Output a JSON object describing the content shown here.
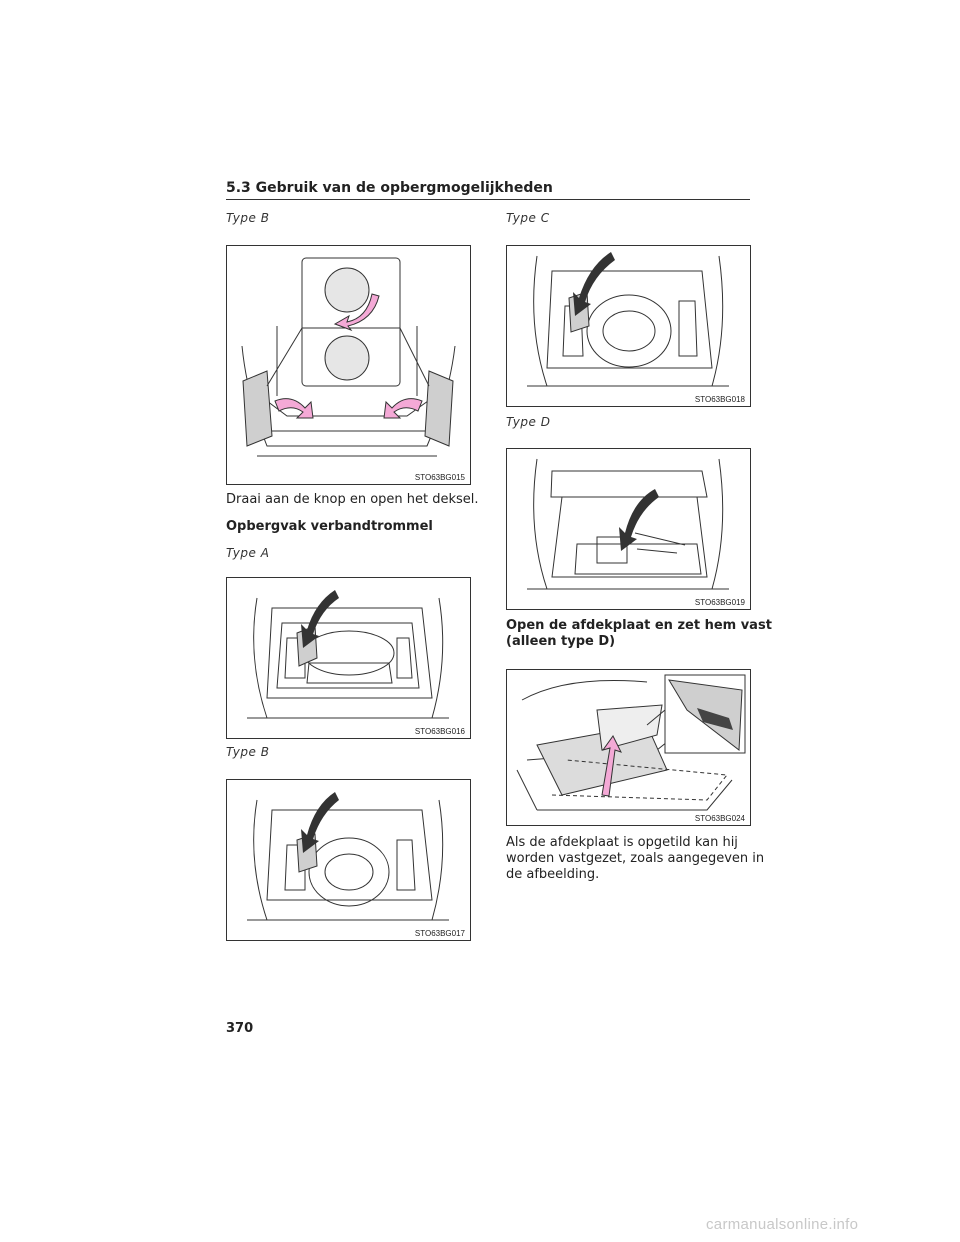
{
  "header": {
    "title": "5.3 Gebruik van de opbergmogelijkheden"
  },
  "left": {
    "caption_typeB_top": "Type B",
    "fig1_code": "STO63BG015",
    "text_turn_knob": "Draai aan de knop en open het deksel.",
    "heading_first_aid": "Opbergvak verbandtrommel",
    "caption_typeA": "Type A",
    "fig2_code": "STO63BG016",
    "caption_typeB": "Type B",
    "fig3_code": "STO63BG017"
  },
  "right": {
    "caption_typeC": "Type C",
    "fig4_code": "STO63BG018",
    "caption_typeD": "Type D",
    "fig5_code": "STO63BG019",
    "heading_open_plate_l1": "Open de afdekplaat en zet hem vast",
    "heading_open_plate_l2": "(alleen type D)",
    "fig6_code": "STO63BG024",
    "text_plate_l1": "Als de afdekplaat is opgetild kan hij",
    "text_plate_l2": "worden vastgezet, zoals aangegeven in",
    "text_plate_l3": "de afbeelding."
  },
  "footer": {
    "page_number": "370",
    "watermark": "carmanualsonline.info"
  },
  "colors": {
    "arrow_pink": "#f4a9d6",
    "line": "#333333",
    "shade": "#cfcfcf"
  }
}
